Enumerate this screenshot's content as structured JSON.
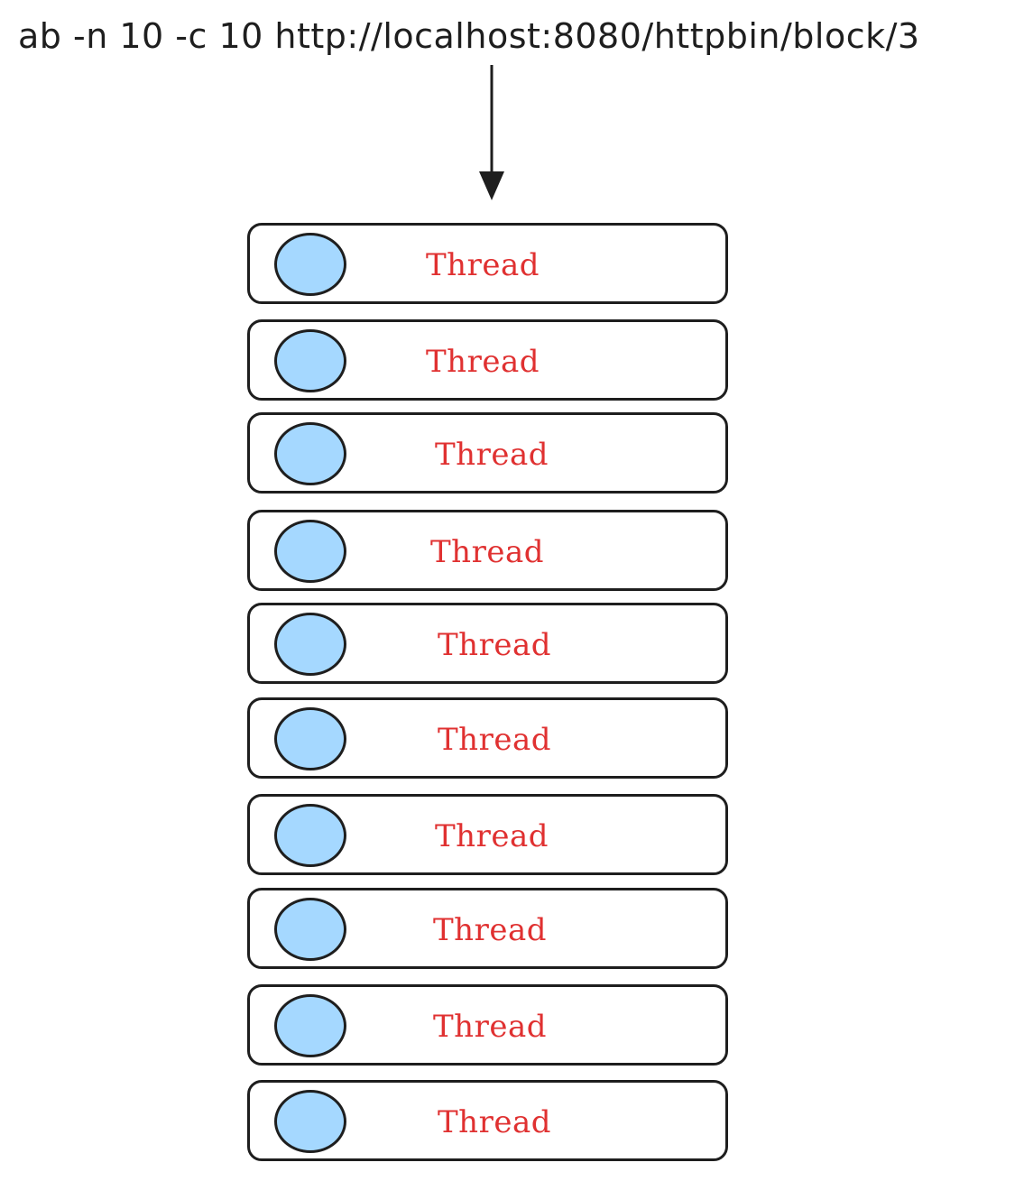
{
  "command": "ab -n 10 -c 10 http://localhost:8080/httpbin/block/3",
  "threads": [
    {
      "label": "Thread"
    },
    {
      "label": "Thread"
    },
    {
      "label": "Thread"
    },
    {
      "label": "Thread"
    },
    {
      "label": "Thread"
    },
    {
      "label": "Thread"
    },
    {
      "label": "Thread"
    },
    {
      "label": "Thread"
    },
    {
      "label": "Thread"
    },
    {
      "label": "Thread"
    }
  ],
  "colors": {
    "stroke": "#1e1e1e",
    "circle_fill": "#a5d8ff",
    "label": "#e03131"
  }
}
